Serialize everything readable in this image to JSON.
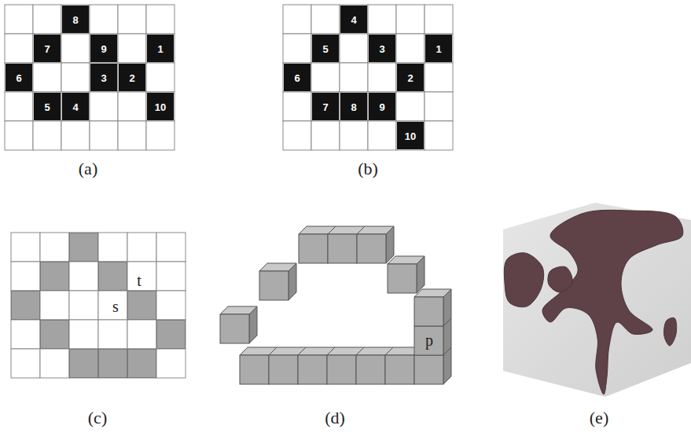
{
  "diagram": {
    "labels": [
      "8",
      "7",
      "9",
      "1",
      "6",
      "3",
      "2",
      "5",
      "4",
      "10",
      "4",
      "5",
      "3",
      "1",
      "6",
      "2",
      "7",
      "8",
      "9",
      "10",
      "(a)",
      "(b)",
      "t",
      "s",
      "p",
      "(c)",
      "(d)",
      "(e)"
    ]
  }
}
